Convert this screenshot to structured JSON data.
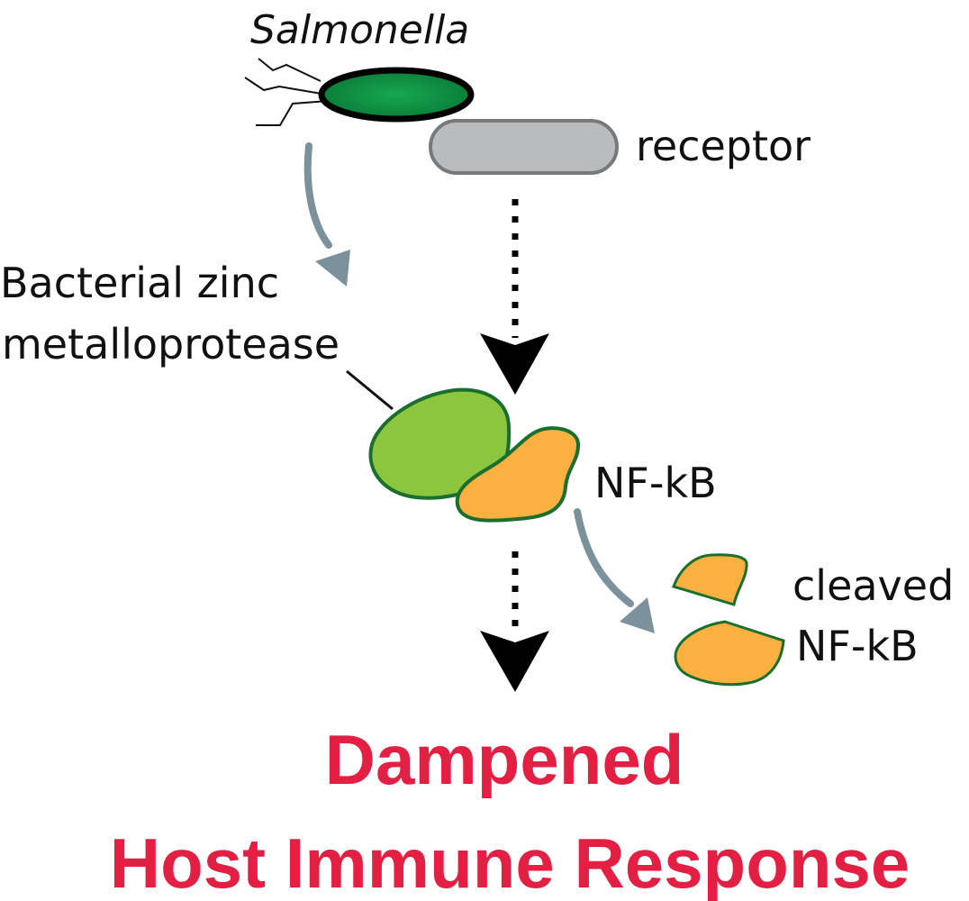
{
  "diagram": {
    "title_line1": "Dampened",
    "title_line2": "Host Immune Response",
    "labels": {
      "salmonella": "Salmonella",
      "receptor": "receptor",
      "protease_line1": "Bacterial zinc",
      "protease_line2": "metalloprotease",
      "nfkb": "NF-kB",
      "cleaved_line1": "cleaved",
      "cleaved_line2": "NF-kB"
    },
    "nodes": [
      {
        "id": "salmonella",
        "shape": "ellipse-bacterium",
        "icon": "bacterium-icon"
      },
      {
        "id": "receptor",
        "shape": "rounded-rect"
      },
      {
        "id": "metalloprotease",
        "shape": "blob"
      },
      {
        "id": "nfkb",
        "shape": "blob"
      },
      {
        "id": "cleaved-nfkb-fragment-1",
        "shape": "blob-fragment"
      },
      {
        "id": "cleaved-nfkb-fragment-2",
        "shape": "blob-fragment"
      }
    ],
    "edges": [
      {
        "from": "salmonella",
        "to": "metalloprotease",
        "style": "solid-curved",
        "color": "gray"
      },
      {
        "from": "receptor",
        "to": "nfkb",
        "style": "dotted",
        "color": "black"
      },
      {
        "from": "nfkb",
        "to": "cleaved-nfkb",
        "style": "solid-curved",
        "color": "gray"
      },
      {
        "from": "nfkb",
        "to": "dampened-response",
        "style": "dotted",
        "color": "black"
      }
    ],
    "colors": {
      "bacterium_fill": "#0f9a48",
      "bacterium_outline": "#000000",
      "receptor_fill": "#b9bbbe",
      "receptor_outline": "#77797b",
      "protease_fill": "#8cc63f",
      "nfkb_fill": "#fbb040",
      "blob_outline": "#1a6e2e",
      "gray_arrow": "#7b919c",
      "title_red": "#e31f43"
    }
  }
}
